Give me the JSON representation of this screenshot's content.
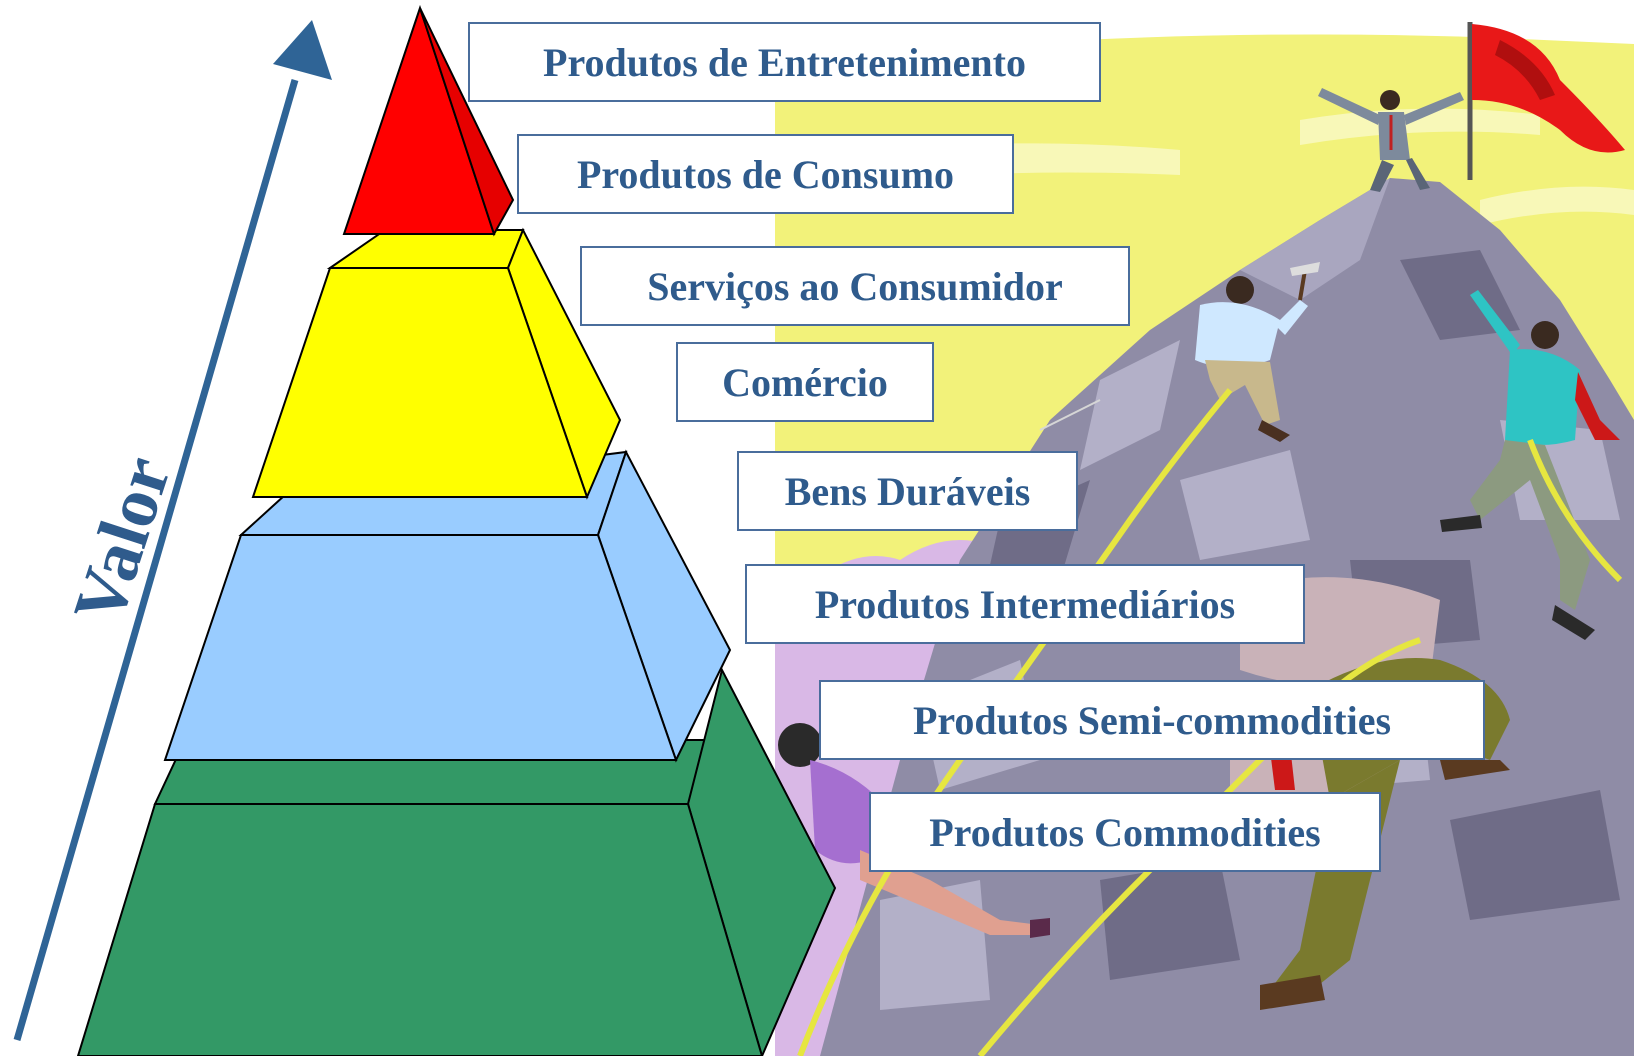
{
  "axis": {
    "label": "Valor"
  },
  "levels": [
    {
      "label": "Produtos de Entretenimento"
    },
    {
      "label": "Produtos de Consumo"
    },
    {
      "label": "Serviços ao Consumidor"
    },
    {
      "label": "Comércio"
    },
    {
      "label": "Bens Duráveis"
    },
    {
      "label": "Produtos Intermediários"
    },
    {
      "label": "Produtos Semi-commodities"
    },
    {
      "label": "Produtos Commodities"
    }
  ],
  "colors": {
    "text": "#2f5b8c",
    "arrow": "#2f6496",
    "top": "#ff0000",
    "yellow": "#ffff00",
    "light_blue": "#99ccff",
    "green": "#339966",
    "background_sky": "#f2f27a",
    "mountain": "#8f8ca6"
  }
}
